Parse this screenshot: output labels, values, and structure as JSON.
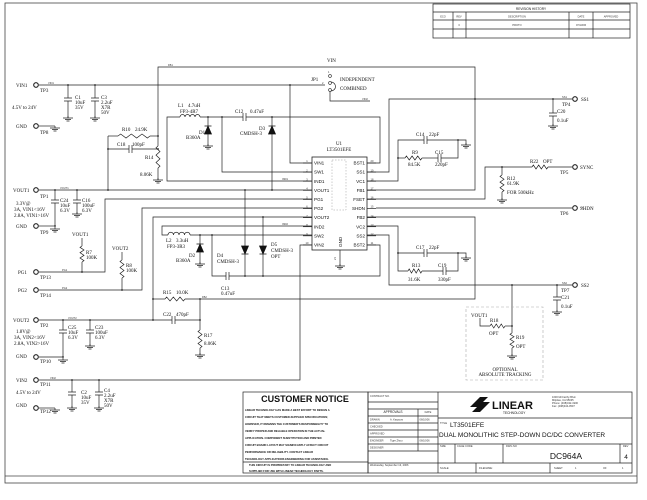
{
  "revision_history": {
    "title": "REVISION HISTORY",
    "headers": [
      "ECO",
      "REV",
      "DESCRIPTION",
      "DATE",
      "APPROVED"
    ],
    "rows": [
      {
        "eco": "",
        "rev": "3",
        "description": "PROTO",
        "date": "07/13/06",
        "approved": ""
      }
    ]
  },
  "terminals": {
    "vin1": {
      "label": "VIN1",
      "tp": "TP3",
      "note": "4.5V to 24V"
    },
    "gnd_tp8": {
      "label": "GND",
      "tp": "TP8"
    },
    "vout1": {
      "label": "VOUT1",
      "tp": "TP1",
      "note": [
        "3.3V@",
        "3A, VIN1<16V",
        "2.8A, VIN1>16V"
      ]
    },
    "gnd_tp9": {
      "label": "GND",
      "tp": "TP9"
    },
    "pg1": {
      "label": "PG1",
      "tp": "TP13"
    },
    "pg2": {
      "label": "PG2",
      "tp": "TP14"
    },
    "vout2": {
      "label": "VOUT2",
      "tp": "TP2",
      "note": [
        "1.8V@",
        "3A, VIN2<16V",
        "2.8A, VIN2>16V"
      ]
    },
    "gnd_tp10": {
      "label": "GND",
      "tp": "TP10"
    },
    "vin2": {
      "label": "VIN2",
      "tp": "TP11",
      "note": "4.5V to 24V"
    },
    "gnd_tp12": {
      "label": "GND",
      "tp": "TP12"
    },
    "ss1": {
      "label": "SS1",
      "tp": "TP4"
    },
    "sync": {
      "label": "SYNC",
      "tp": "TP5"
    },
    "shdn": {
      "label": "SHDN",
      "tp": "TP6"
    },
    "ss2": {
      "label": "SS2",
      "tp": "TP7"
    }
  },
  "net_labels": {
    "vin": "VIN",
    "vin2": "VIN2",
    "vout1": "VOUT1",
    "vout2": "VOUT2",
    "vout1_r7": "VOUT1",
    "vout2_r8": "VOUT2",
    "vout1_track": "VOUT1",
    "fb1": "FB1",
    "ind1": "IND1",
    "ind2": "IND2",
    "fb2": "FB2",
    "pg1": "PG1",
    "pg2": "PG2",
    "vin1": "VIN1",
    "vin2_in": "VIN2",
    "ss1": "SS1",
    "ss2": "SS2"
  },
  "jumper": {
    "ref": "JP1",
    "pin": "2",
    "pin_top": "1",
    "opt1": "INDEPENDENT",
    "opt2": "COMBINED"
  },
  "ic": {
    "ref": "U1",
    "part": "LT3501EFE",
    "left_pins": [
      {
        "num": "1",
        "name": "VIN1"
      },
      {
        "num": "2",
        "name": "SW1"
      },
      {
        "num": "3",
        "name": "IND1"
      },
      {
        "num": "4",
        "name": "VOUT1"
      },
      {
        "num": "5",
        "name": "PG1"
      },
      {
        "num": "6",
        "name": "PG2"
      },
      {
        "num": "7",
        "name": "VOUT2"
      },
      {
        "num": "8",
        "name": "IND2"
      },
      {
        "num": "9",
        "name": "SW2"
      },
      {
        "num": "10",
        "name": "VIN2"
      }
    ],
    "right_pins": [
      {
        "num": "20",
        "name": "BST1"
      },
      {
        "num": "19",
        "name": "SS1"
      },
      {
        "num": "18",
        "name": "VC1"
      },
      {
        "num": "17",
        "name": "FB1"
      },
      {
        "num": "16",
        "name": "FSET"
      },
      {
        "num": "15",
        "name": "SHDN"
      },
      {
        "num": "14",
        "name": "FB2"
      },
      {
        "num": "13",
        "name": "VC2"
      },
      {
        "num": "12",
        "name": "SS2"
      },
      {
        "num": "11",
        "name": "BST2"
      }
    ],
    "gnd_pin": {
      "num": "21",
      "name": "GND"
    }
  },
  "components": {
    "C1": {
      "ref": "C1",
      "value": "10uF",
      "rating": "35V"
    },
    "C3": {
      "ref": "C3",
      "value": "2.2uF",
      "dielectric": "X7R",
      "rating": "50V"
    },
    "R10": {
      "ref": "R10",
      "value": "24.9K"
    },
    "C18": {
      "ref": "C18",
      "value": "100pF"
    },
    "R14": {
      "ref": "R14",
      "value": "8.06K"
    },
    "L1": {
      "ref": "L1",
      "value": "4.7uH",
      "part": "FP3-4R7"
    },
    "D1": {
      "ref": "D1",
      "part": "B360A"
    },
    "C12": {
      "ref": "C12",
      "value": "0.47uF"
    },
    "D3": {
      "ref": "D3",
      "part": "CMDSH-3"
    },
    "C24": {
      "ref": "C24",
      "value": "10uF",
      "rating": "6.3V"
    },
    "C16": {
      "ref": "C16",
      "value": "100uF",
      "rating": "6.3V"
    },
    "R7": {
      "ref": "R7",
      "value": "100K"
    },
    "R8": {
      "ref": "R8",
      "value": "100K"
    },
    "L2": {
      "ref": "L2",
      "value": "3.3uH",
      "part": "FP3-3R3"
    },
    "D2": {
      "ref": "D2",
      "part": "B360A"
    },
    "D4": {
      "ref": "D4",
      "part": "CMDSH-3"
    },
    "D5": {
      "ref": "D5",
      "part": "CMDSH-3",
      "note": "OPT"
    },
    "C13": {
      "ref": "C13",
      "value": "0.47uF"
    },
    "R15": {
      "ref": "R15",
      "value": "10.0K"
    },
    "C22": {
      "ref": "C22",
      "value": "470pF"
    },
    "R17": {
      "ref": "R17",
      "value": "8.06K"
    },
    "C25": {
      "ref": "C25",
      "value": "10uF",
      "rating": "6.3V"
    },
    "C23": {
      "ref": "C23",
      "value": "100uF",
      "rating": "6.3V"
    },
    "C2": {
      "ref": "C2",
      "value": "10uF",
      "rating": "35V"
    },
    "C4": {
      "ref": "C4",
      "value": "2.2uF",
      "dielectric": "X7R",
      "rating": "50V"
    },
    "C14": {
      "ref": "C14",
      "value": "22pF"
    },
    "R9": {
      "ref": "R9",
      "value": "84.5K"
    },
    "C15": {
      "ref": "C15",
      "value": "220pF"
    },
    "C20": {
      "ref": "C20",
      "value": "0.1uF"
    },
    "R22": {
      "ref": "R22",
      "value": "OPT"
    },
    "R12": {
      "ref": "R12",
      "value": "61.9K",
      "note": "FOR 500kHz"
    },
    "C17": {
      "ref": "C17",
      "value": "22pF"
    },
    "R13": {
      "ref": "R13",
      "value": "31.6K"
    },
    "C19": {
      "ref": "C19",
      "value": "330pF"
    },
    "C21": {
      "ref": "C21",
      "value": "0.1uF"
    },
    "R18": {
      "ref": "R18",
      "value": "OPT"
    },
    "R19": {
      "ref": "R19",
      "value": "OPT"
    }
  },
  "tracking_box": {
    "line1": "OPTIONAL",
    "line2": "ABSOLUTE TRACKING"
  },
  "customer_notice": {
    "title": "CUSTOMER NOTICE",
    "body": [
      "LINEAR TECHNOLOGY HAS MADE A BEST EFFORT TO DESIGN A",
      "CIRCUIT THAT MEETS CUSTOMER-SUPPLIED SPECIFICATIONS;",
      "HOWEVER, IT REMAINS THE CUSTOMER'S RESPONSIBILITY TO",
      "VERIFY PROPER AND RELIABLE OPERATION IN THE ACTUAL",
      "APPLICATION.  COMPONENT SUBSTITUTION AND PRINTED",
      "CIRCUIT BOARD LAYOUT MAY SIGNIFICANTLY AFFECT CIRCUIT",
      "PERFORMANCE OR RELIABILITY.  CONTACT LINEAR",
      "TECHNOLOGY APPLICATIONS ENGINEERING FOR ASSISTANCE."
    ],
    "footer": [
      "THIS CIRCUIT IS PROPRIETARY TO LINEAR TECHNOLOGY AND",
      "SUPPLIED FOR USE WITH LINEAR TECHNOLOGY PARTS."
    ]
  },
  "approvals": {
    "contract_label": "CONTRACT NO.",
    "header": "APPROVALS",
    "date_header": "DATE",
    "rows": [
      {
        "role": "DRAWN",
        "name": "A. Karpova",
        "date": "06/10/06"
      },
      {
        "role": "CHECKED",
        "name": "",
        "date": ""
      },
      {
        "role": "APPROVED",
        "name": "",
        "date": ""
      },
      {
        "role": "ENGINEER",
        "name": "Tiger Zhou",
        "date": "06/10/06"
      },
      {
        "role": "DESIGNER",
        "name": "",
        "date": ""
      }
    ],
    "print_date": "Wednesday, September 13, 2006"
  },
  "title_block": {
    "company": "LINEAR",
    "company_sub": "TECHNOLOGY",
    "address": [
      "1630 McCarthy Blvd.",
      "Milpitas, CA 95035",
      "Phone: (408)432-1900",
      "Fax: (408)434-0507"
    ],
    "title_label": "TITLE",
    "title1": "LT3501EFE",
    "title2": "DUAL MONOLITHIC STEP-DOWN DC/DC CONVERTER",
    "size_label": "SIZE",
    "cage_label": "CAGE CODE",
    "dwg_label": "DWG NO",
    "rev_label": "REV",
    "dwg_no": "DC964A",
    "rev": "4",
    "scale_label": "SCALE:",
    "filename_label": "FILENAME:",
    "sheet_label": "SHEET",
    "sheet": "1",
    "of_label": "OF",
    "of": "1"
  },
  "colors": {
    "ink": "#222222",
    "paper": "#ffffff"
  }
}
